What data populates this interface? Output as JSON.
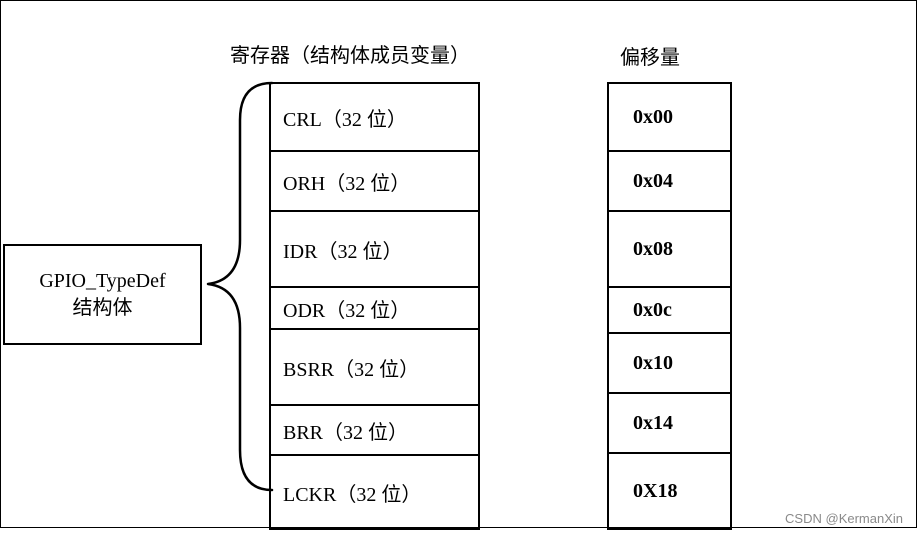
{
  "headers": {
    "registers": "寄存器（结构体成员变量）",
    "offset": "偏移量"
  },
  "struct": {
    "line1": "GPIO_TypeDef",
    "line2": "结构体"
  },
  "registers": [
    {
      "name": "CRL（32 位）",
      "offset": "0x00"
    },
    {
      "name": "ORH（32 位）",
      "offset": "0x04"
    },
    {
      "name": "IDR（32 位）",
      "offset": "0x08"
    },
    {
      "name": "ODR（32 位）",
      "offset": "0x0c"
    },
    {
      "name": "BSRR（32 位）",
      "offset": "0x10"
    },
    {
      "name": "BRR（32 位）",
      "offset": "0x14"
    },
    {
      "name": "LCKR（32 位）",
      "offset": "0X18"
    }
  ],
  "watermark": "CSDN @KermanXin"
}
